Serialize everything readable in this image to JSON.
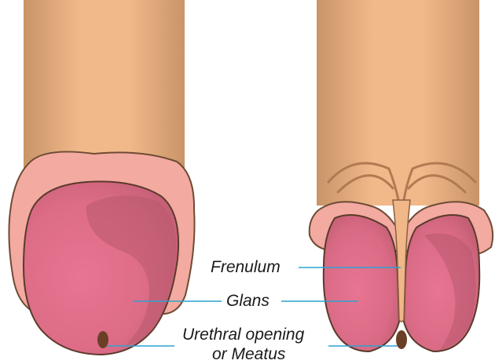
{
  "labels": {
    "frenulum": "Frenulum",
    "glans": "Glans",
    "urethral_line1": "Urethral opening",
    "urethral_line2": "or Meatus"
  },
  "colors": {
    "shaft_light": "#f0b788",
    "shaft_dark": "#cf9a6d",
    "foreskin": "#f3aaa0",
    "foreskin_outline": "#6e4b35",
    "glans_base": "#e2718c",
    "glans_shadow": "#b95a6d",
    "meatus": "#6b3f26",
    "leader_line": "#2da3cf",
    "outline": "#5a3a2a"
  }
}
